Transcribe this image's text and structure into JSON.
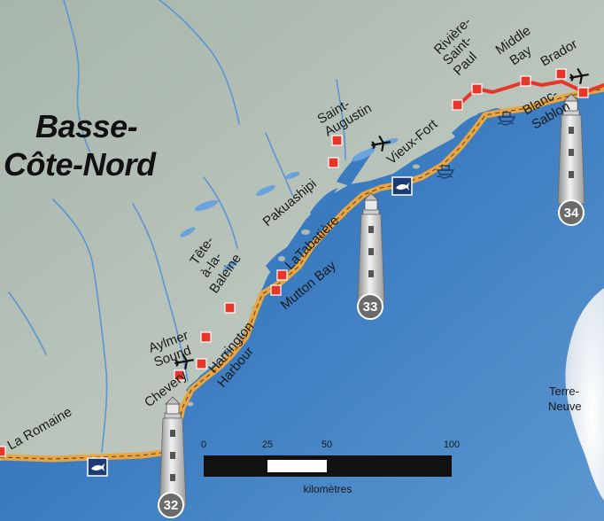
{
  "map": {
    "region": {
      "line1": "Basse-",
      "line2": "Côte-Nord"
    },
    "places": {
      "la_romaine": "La Romaine",
      "chevery": "Chevery",
      "aylmer": [
        "Aylmer",
        "Sound"
      ],
      "harrington": [
        "Harrington",
        "Harbour"
      ],
      "tete": [
        "Tête-",
        "à-la-",
        "Baleine"
      ],
      "la_tabatiere": "LaTabatière",
      "mutton_bay": "Mutton Bay",
      "pakuashipi": "Pakuashipi",
      "saint_augustin": [
        "Saint-",
        "Augustin"
      ],
      "vieux_fort": "Vieux-Fort",
      "riviere": [
        "Rivière-",
        "Saint-",
        "Paul"
      ],
      "middle_bay": [
        "Middle",
        "Bay"
      ],
      "brador": "Brador",
      "blanc_sablon": [
        "Blanc-",
        "Sablon"
      ],
      "terre_neuve": [
        "Terre-",
        "Neuve"
      ]
    },
    "lighthouses": [
      "32",
      "33",
      "34"
    ],
    "icons": {
      "airport": "airplane-icon",
      "ferry": "ferry-icon",
      "lighthouse": "lighthouse-icon",
      "whale_watch": "whale-icon",
      "town": "town-square-icon"
    },
    "colors": {
      "sea": "#2f6fb2",
      "land": "#b7c2b9",
      "route_sea": "#e8a541",
      "road": "#e8352a",
      "town": "#e8352a",
      "terre_neuve": "#eef2f7"
    }
  },
  "scale": {
    "ticks": [
      "0",
      "25",
      "50",
      "100"
    ],
    "unit": "kilomètres"
  }
}
